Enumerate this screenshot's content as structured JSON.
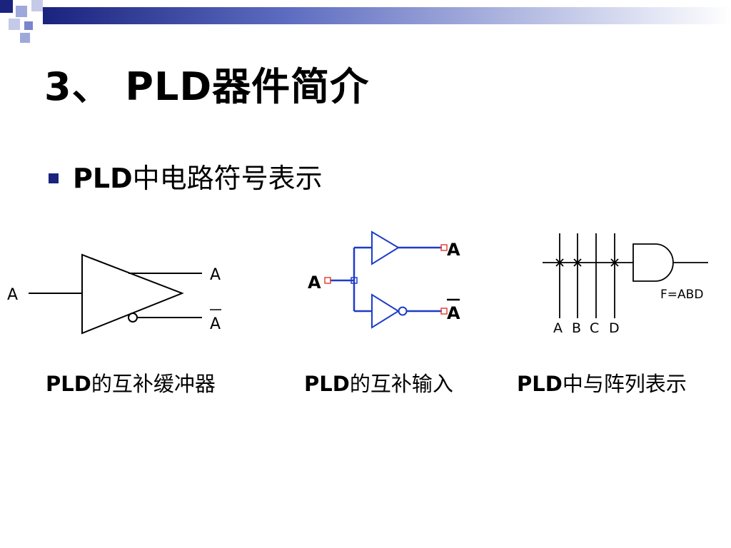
{
  "slide": {
    "title": "3、 PLD器件简介",
    "bullet": {
      "prefix": "PLD",
      "text": "中电路符号表示"
    }
  },
  "colors": {
    "accent": "#1a237e",
    "wire_blue": "#1e3cc8",
    "node_red": "#e0463c",
    "text": "#000000"
  },
  "diagrams": {
    "buffer": {
      "input_label": "A",
      "output_true": "A",
      "output_complement": "A",
      "caption_prefix": "PLD",
      "caption_text": "的互补缓冲器"
    },
    "complement_input": {
      "input_label": "A",
      "output_true": "A",
      "output_complement": "A",
      "caption_prefix": "PLD",
      "caption_text": "的互补输入"
    },
    "and_array": {
      "inputs": [
        "A",
        "B",
        "C",
        "D"
      ],
      "output_label": "F=ABD",
      "caption_prefix": "PLD",
      "caption_text": "中与阵列表示"
    }
  }
}
